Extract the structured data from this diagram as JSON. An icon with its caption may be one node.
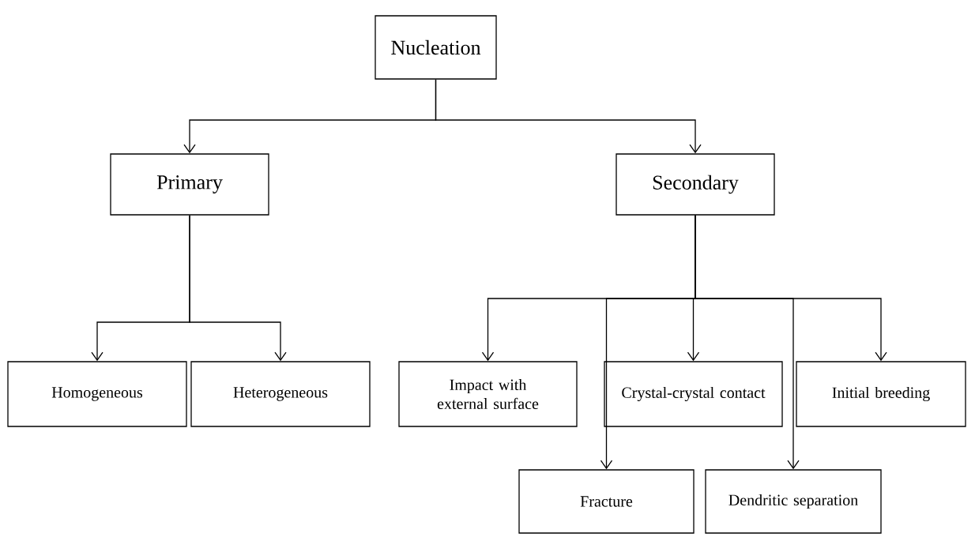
{
  "diagram": {
    "nodes": [
      {
        "text": [
          "Nucleation"
        ]
      },
      {
        "text": [
          "Primary"
        ]
      },
      {
        "text": [
          "Secondary"
        ]
      },
      {
        "text": [
          "Homogeneous"
        ]
      },
      {
        "text": [
          "Heterogeneous"
        ]
      },
      {
        "text": [
          "Impact with external surface"
        ]
      },
      {
        "text": [
          "Crystal-crystal contact"
        ]
      },
      {
        "text": [
          "Initial breeding"
        ]
      },
      {
        "text": [
          "Fracture"
        ]
      },
      {
        "text": [
          "Dendritic separation"
        ]
      }
    ],
    "edges": [
      {
        "from": 0,
        "to": 1,
        "arrow": "to"
      },
      {
        "from": 0,
        "to": 2,
        "arrow": "to"
      },
      {
        "from": 1,
        "to": 3,
        "arrow": "to"
      },
      {
        "from": 1,
        "to": 4,
        "arrow": "to"
      },
      {
        "from": 2,
        "to": 5,
        "arrow": "to"
      },
      {
        "from": 2,
        "to": 8,
        "arrow": "to"
      },
      {
        "from": 2,
        "to": 6,
        "arrow": "to"
      },
      {
        "from": 2,
        "to": 9,
        "arrow": "to"
      },
      {
        "from": 2,
        "to": 7,
        "arrow": "to"
      }
    ]
  }
}
